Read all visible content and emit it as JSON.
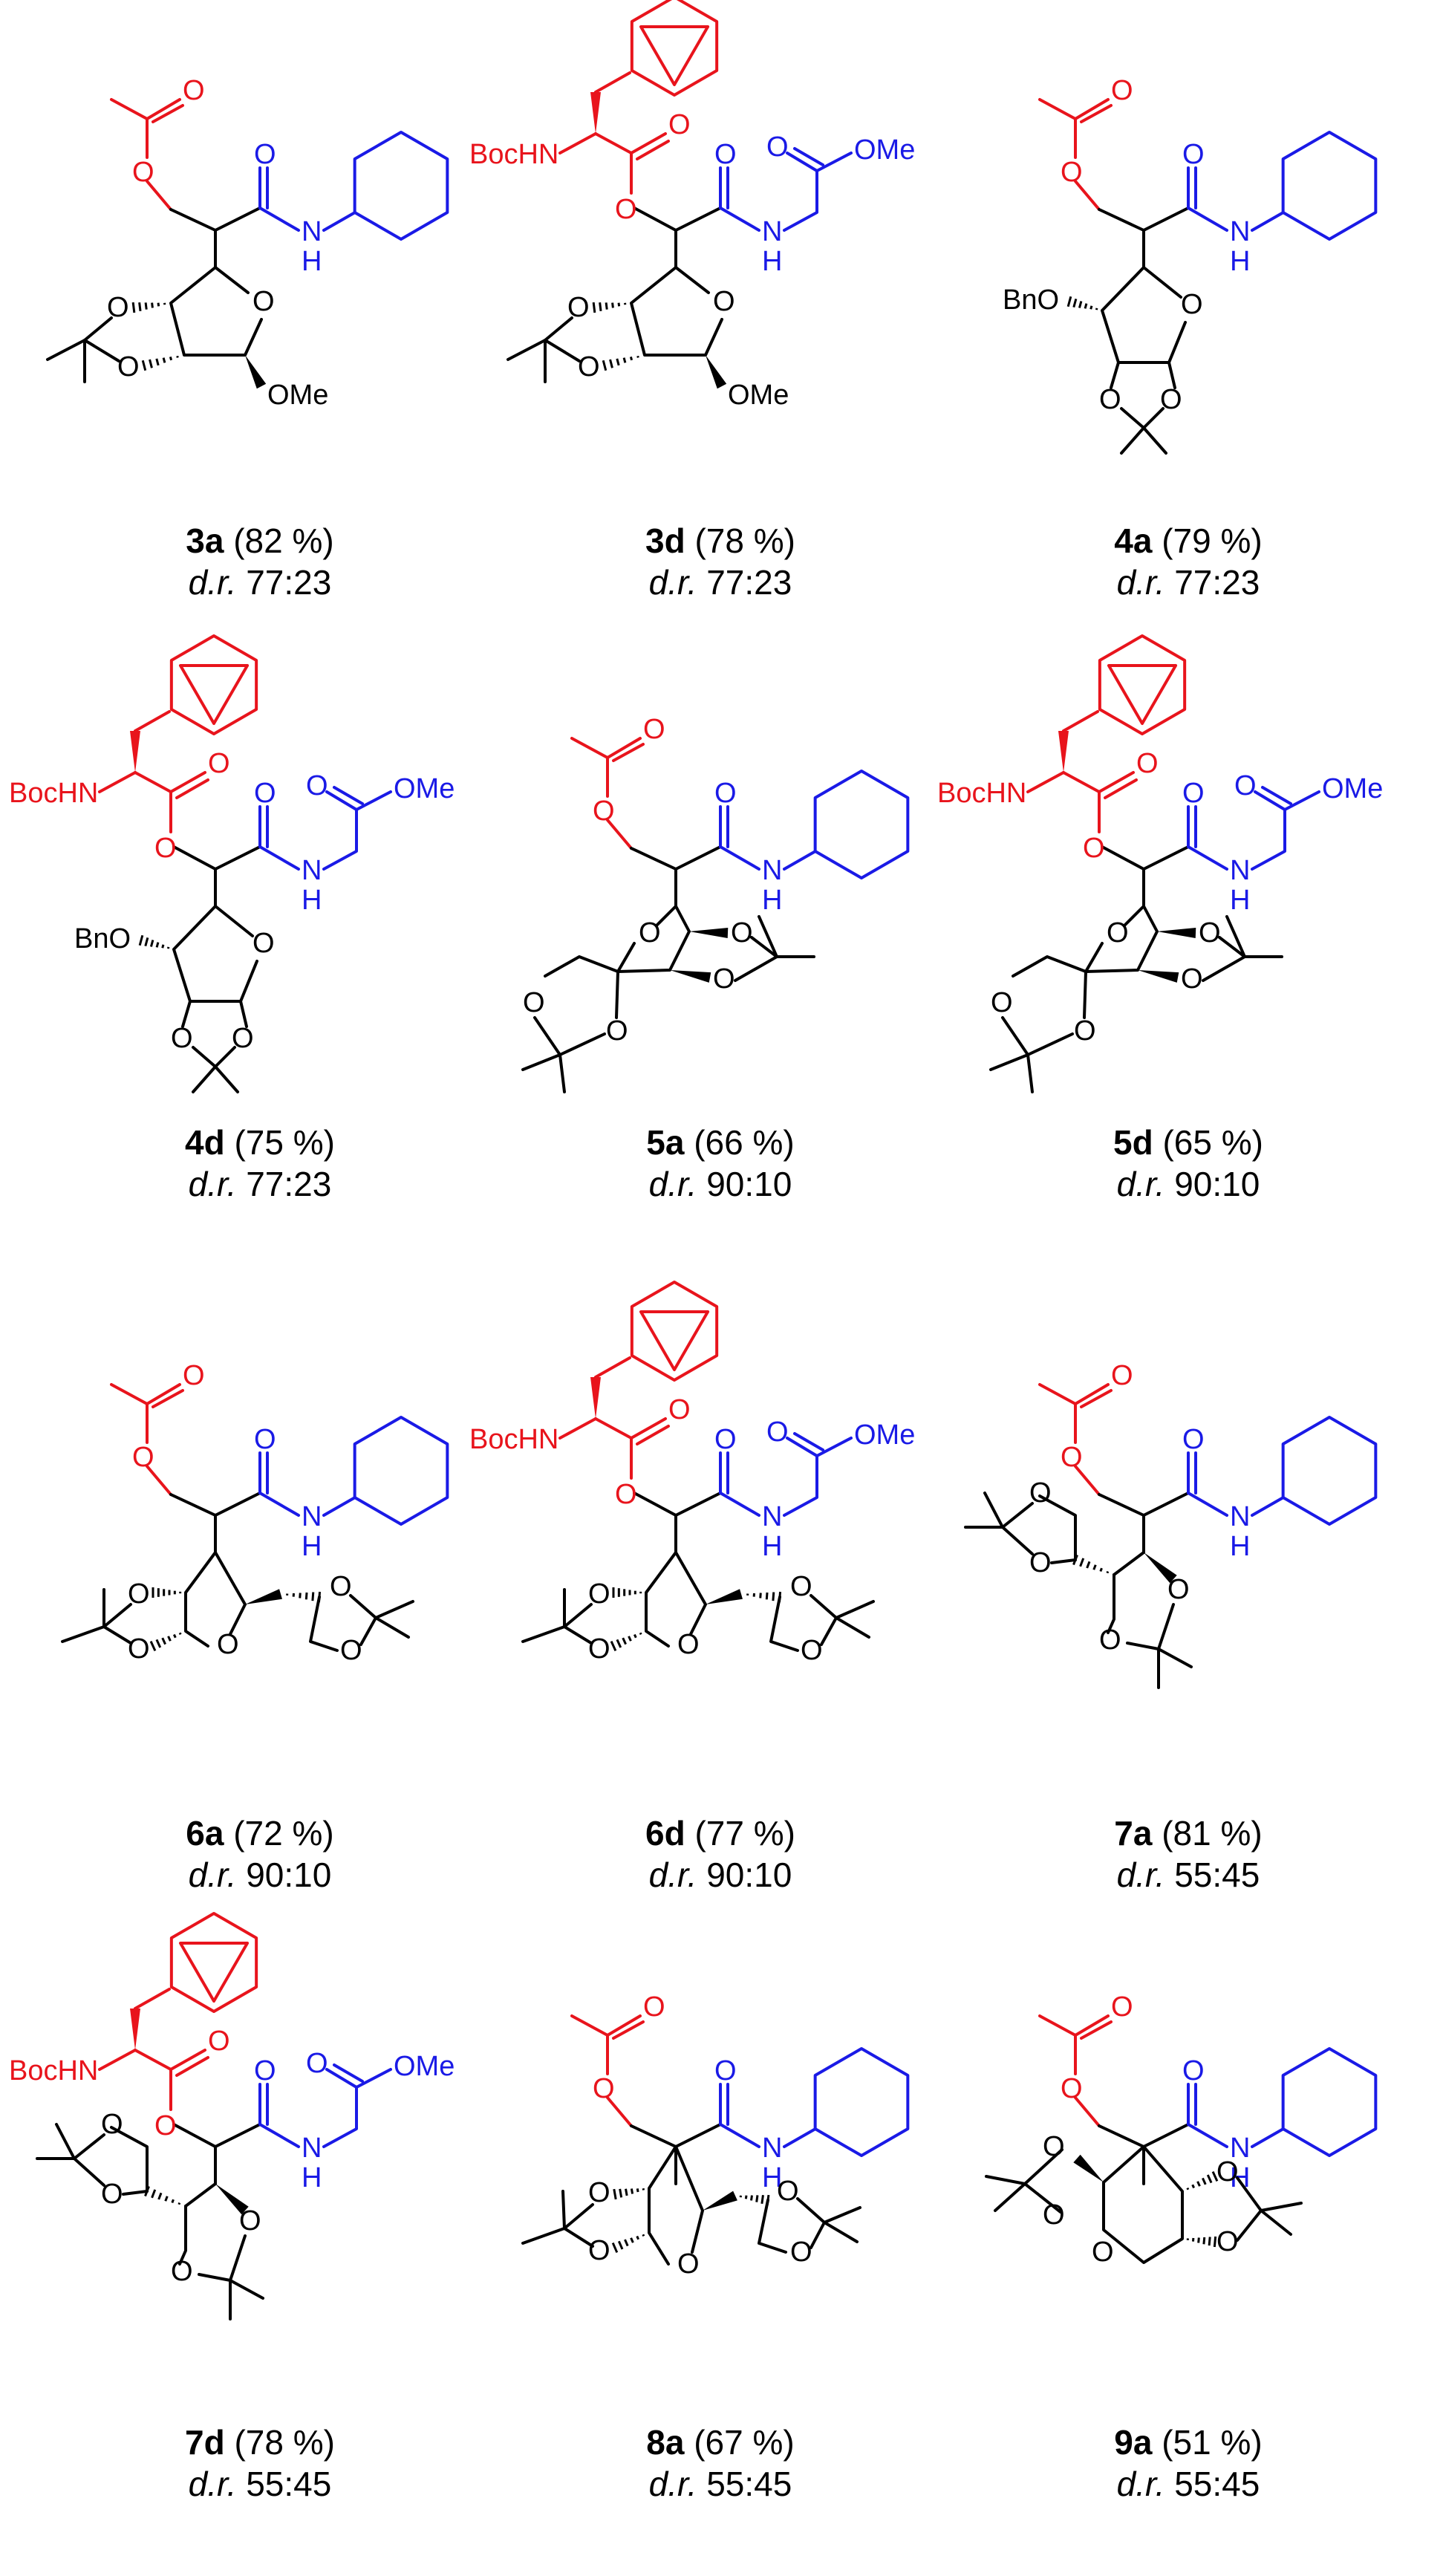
{
  "compounds": [
    {
      "id": "3a",
      "yield": "(82 %)",
      "dr_label": "d.r.",
      "dr": "77:23",
      "type": "ester_cyc",
      "core": "ribo_ome"
    },
    {
      "id": "3d",
      "yield": "(78 %)",
      "dr_label": "d.r.",
      "dr": "77:23",
      "type": "phe_gly",
      "core": "ribo_ome"
    },
    {
      "id": "4a",
      "yield": "(79 %)",
      "dr_label": "d.r.",
      "dr": "77:23",
      "type": "ester_cyc",
      "core": "bno_furanose"
    },
    {
      "id": "4d",
      "yield": "(75 %)",
      "dr_label": "d.r.",
      "dr": "77:23",
      "type": "phe_gly",
      "core": "bno_furanose"
    },
    {
      "id": "5a",
      "yield": "(66 %)",
      "dr_label": "d.r.",
      "dr": "90:10",
      "type": "ester_cyc",
      "core": "spiro"
    },
    {
      "id": "5d",
      "yield": "(65 %)",
      "dr_label": "d.r.",
      "dr": "90:10",
      "type": "phe_gly",
      "core": "spiro"
    },
    {
      "id": "6a",
      "yield": "(72 %)",
      "dr_label": "d.r.",
      "dr": "90:10",
      "type": "ester_cyc",
      "core": "diacetonide"
    },
    {
      "id": "6d",
      "yield": "(77 %)",
      "dr_label": "d.r.",
      "dr": "90:10",
      "type": "phe_gly",
      "core": "diacetonide"
    },
    {
      "id": "7a",
      "yield": "(81 %)",
      "dr_label": "d.r.",
      "dr": "55:45",
      "type": "ester_cyc",
      "core": "open_chain"
    },
    {
      "id": "7d",
      "yield": "(78 %)",
      "dr_label": "d.r.",
      "dr": "55:45",
      "type": "phe_gly",
      "core": "open_chain"
    },
    {
      "id": "8a",
      "yield": "(67 %)",
      "dr_label": "d.r.",
      "dr": "55:45",
      "type": "ester_cyc",
      "core": "quaternary_furanose"
    },
    {
      "id": "9a",
      "yield": "(51 %)",
      "dr_label": "d.r.",
      "dr": "55:45",
      "type": "ester_cyc",
      "core": "pyranose"
    }
  ],
  "labels": {
    "ome": "OMe",
    "boc_hn": "BocHN",
    "bno": "BnO",
    "o": "O",
    "n": "N",
    "h": "H"
  },
  "colors": {
    "ester": "#e8141c",
    "amide": "#1a1ae6",
    "core": "#000000"
  }
}
